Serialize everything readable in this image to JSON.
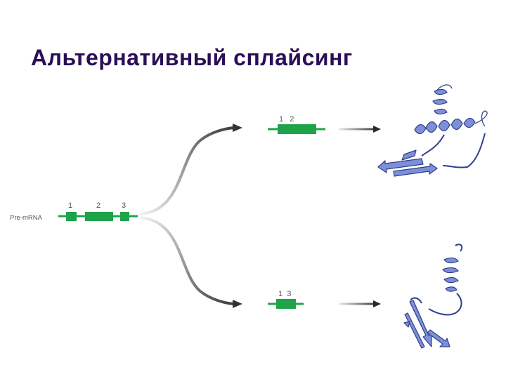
{
  "title": "Альтернативный сплайсинг",
  "pre_mrna": {
    "label": "Pre-mRNA",
    "exons": [
      "1",
      "2",
      "3"
    ]
  },
  "isoforms": [
    {
      "exons_label": "1   2",
      "exons": [
        "1",
        "2"
      ]
    },
    {
      "exons_label": "1  3",
      "exons": [
        "1",
        "3"
      ]
    }
  ],
  "colors": {
    "title": "#2b0e57",
    "exon": "#1fa34a",
    "intron_line": "#1fa34a",
    "arrow_dark": "#3a3a3a",
    "protein": "#7d8fd6",
    "protein_outline": "#2f3f8f"
  }
}
